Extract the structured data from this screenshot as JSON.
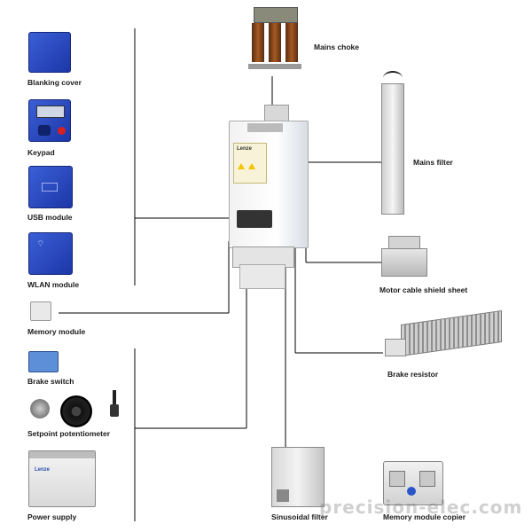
{
  "accessories_left": {
    "blanking_cover": "Blanking cover",
    "keypad": "Keypad",
    "usb_module": "USB module",
    "wlan_module": "WLAN module",
    "memory_module": "Memory module",
    "brake_switch": "Brake switch",
    "setpoint_potentiometer": "Setpoint potentiometer",
    "power_supply": "Power supply"
  },
  "accessories_right": {
    "mains_choke": "Mains choke",
    "mains_filter": "Mains filter",
    "motor_cable_shield_sheet": "Motor cable shield sheet",
    "brake_resistor": "Brake resistor",
    "sinusoidal_filter": "Sinusoidal filter",
    "memory_module_copier": "Memory module copier"
  },
  "device": {
    "brand": "Lenze"
  },
  "watermark": "precision-elec.com",
  "colors": {
    "module_blue": "#2747c2",
    "line": "#000000"
  }
}
